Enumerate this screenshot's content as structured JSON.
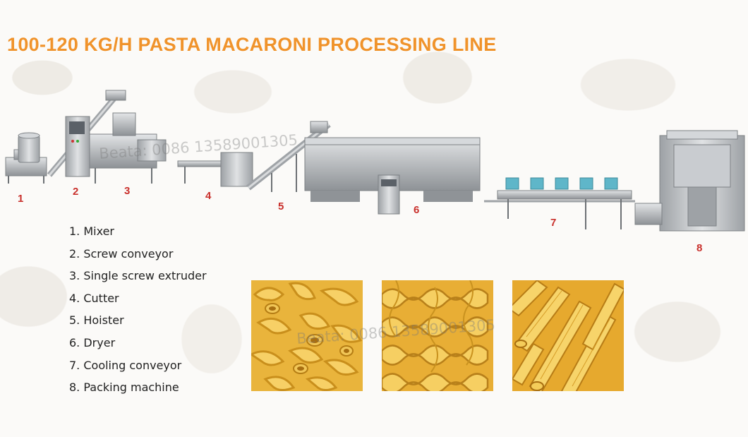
{
  "title": "100-120 KG/H PASTA MACARONI PROCESSING LINE",
  "watermark": "Beata: 0086 13589001305",
  "machine_numbers": [
    "1",
    "2",
    "3",
    "4",
    "5",
    "6",
    "7",
    "8"
  ],
  "legend": [
    "1. Mixer",
    "2. Screw conveyor",
    "3. Single screw extruder",
    "4. Cutter",
    "5. Hoister",
    "6. Dryer",
    "7. Cooling conveyor",
    "8. Packing machine"
  ],
  "photos": [
    {
      "subject": "elbow macaroni"
    },
    {
      "subject": "fusilli spirals"
    },
    {
      "subject": "penne"
    }
  ],
  "colors": {
    "title": "#f0932b",
    "number": "#c9302c",
    "steel": "#b9bcbf",
    "pasta": "#f2c34a"
  }
}
